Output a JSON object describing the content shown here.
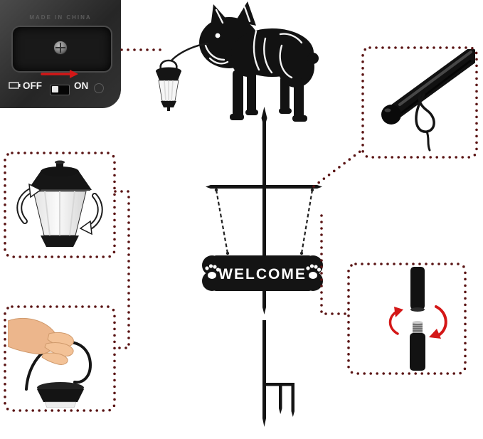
{
  "colors": {
    "callout_border": "#5a1414",
    "accent_red": "#d41717",
    "product_black": "#141414",
    "panel_dark": "#2c2c2c"
  },
  "solar_panel_unit": {
    "embossed_text": "MADE IN CHINA",
    "off_label": "OFF",
    "on_label": "ON"
  },
  "sign": {
    "text": "WELCOME"
  }
}
